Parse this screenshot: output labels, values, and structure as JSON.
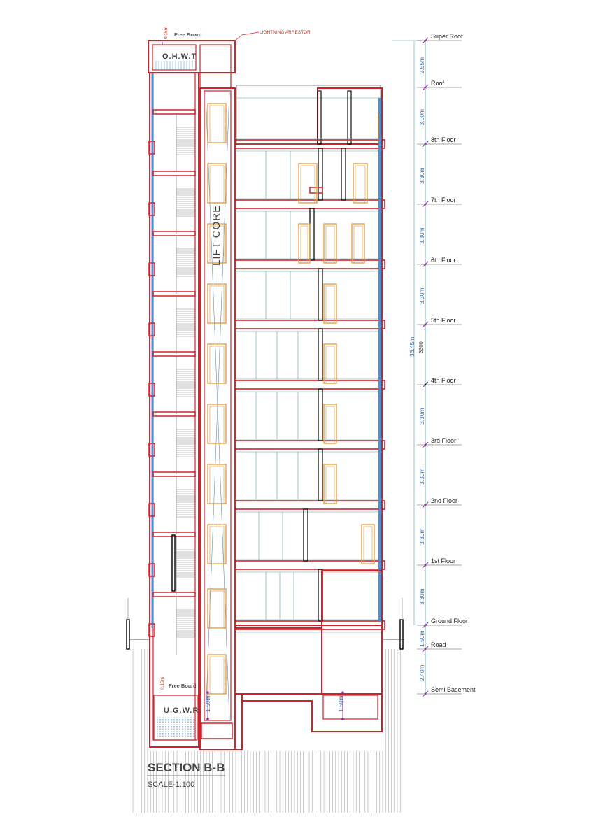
{
  "drawing": {
    "title": "SECTION B-B",
    "scale": "SCALE-1:100",
    "lightning_label": "LIGHTNING ARRESTOR",
    "lift_core_label": "LIFT CORE",
    "ohwt_label": "O.H.W.T",
    "ugwr_label": "U.G.W.R",
    "free_board_top": "Free Board",
    "free_board_bottom": "Free Board",
    "free_board_top_dim": "0.15m",
    "free_board_bottom_dim": "0.15m",
    "pit_dim_left": "1.50m",
    "pit_dim_right": "1.50m",
    "total_height": "33.45m",
    "total_height_sub": "3300"
  },
  "levels": [
    {
      "label": "Super Roof",
      "dim": "2.55m"
    },
    {
      "label": "Roof",
      "dim": "3.00m"
    },
    {
      "label": "8th Floor",
      "dim": "3.30m"
    },
    {
      "label": "7th Floor",
      "dim": "3.30m"
    },
    {
      "label": "6th Floor",
      "dim": "3.30m"
    },
    {
      "label": "5th Floor",
      "dim": ""
    },
    {
      "label": "4th Floor",
      "dim": "3.30m"
    },
    {
      "label": "3rd Floor",
      "dim": "3.30m"
    },
    {
      "label": "2nd Floor",
      "dim": "3.30m"
    },
    {
      "label": "1st Floor",
      "dim": "3.30m"
    },
    {
      "label": "Ground Floor",
      "dim": "1.50m"
    },
    {
      "label": "Road",
      "dim": "2.40m"
    },
    {
      "label": "Semi Basement",
      "dim": ""
    }
  ],
  "colors": {
    "slab": "#d4202a",
    "glazing": "#4f8fd0",
    "door": "#e6a24a",
    "line": "#555555",
    "grid": "#5aa0a8",
    "dimension": "#3a6fa8",
    "marker": "#8e2a9a"
  }
}
